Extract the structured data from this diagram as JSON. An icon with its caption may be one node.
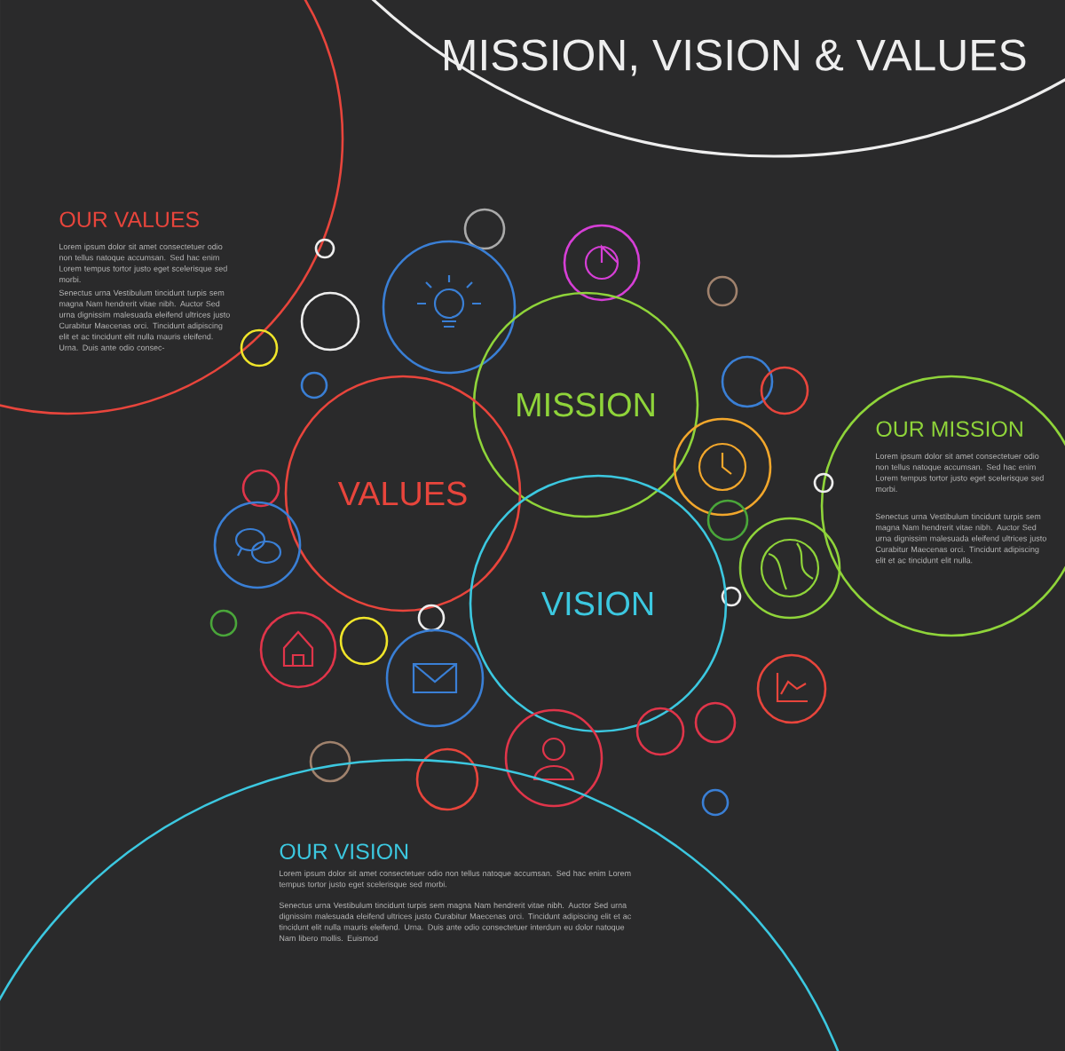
{
  "diagram": {
    "title": "MISSION, VISION & VALUES",
    "nodes": [
      {
        "text": [
          "OUR VALUES",
          "Lorem ipsum dolor sit amet consectetuer odio non tellus natoque accumsan. Sed hac enim Lorem tempus tortor justo eget scelerisque sed morbi.",
          "Senectus urna Vestibulum tincidunt turpis sem magna Nam hendrerit vitae nibh. Auctor Sed urna dignissim malesuada eleifend ultrices justo Curabitur Maecenas orci. Tincidunt adipiscing elit et ac tincidunt elit nulla mauris eleifend. Urna. Duis ante odio consec-"
        ]
      },
      {
        "text": [],
        "shape": "circle"
      },
      {
        "text": [],
        "shape": "circle"
      },
      {
        "text": [],
        "shape": "picture"
      },
      {
        "text": [],
        "shape": "circle"
      },
      {
        "text": [],
        "shape": "picture"
      },
      {
        "text": [],
        "shape": "circle"
      },
      {
        "text": [],
        "shape": "circle"
      },
      {
        "text": [],
        "shape": "circle"
      },
      {
        "text": [],
        "shape": "circle"
      },
      {
        "text": [],
        "shape": "circle"
      },
      {
        "text": [
          "MISSION"
        ]
      },
      {
        "text": [
          "OUR MISSION",
          "Lorem ipsum dolor sit amet consectetuer odio non tellus natoque accumsan. Sed hac enim Lorem tempus tortor justo eget scelerisque sed morbi.",
          "Senectus urna Vestibulum tincidunt turpis sem magna Nam hendrerit vitae nibh. Auctor Sed urna dignissim malesuada eleifend ultrices justo Curabitur Maecenas orci. Tincidunt adipiscing elit et ac tincidunt elit nulla."
        ]
      },
      {
        "text": [],
        "shape": "picture"
      },
      {
        "text": [],
        "shape": "circle"
      },
      {
        "text": [],
        "shape": "circle"
      },
      {
        "text": [
          "VALUES"
        ]
      },
      {
        "text": [],
        "shape": "circle"
      },
      {
        "text": [],
        "shape": "picture"
      },
      {
        "text": [],
        "shape": "picture"
      },
      {
        "text": [],
        "shape": "circle"
      },
      {
        "text": [
          "VISION"
        ]
      },
      {
        "text": [],
        "shape": "circle"
      },
      {
        "text": [],
        "shape": "circle"
      },
      {
        "text": [],
        "shape": "circle"
      },
      {
        "text": [],
        "shape": "picture"
      },
      {
        "text": [],
        "shape": "picture"
      },
      {
        "text": [],
        "shape": "picture"
      },
      {
        "text": [],
        "shape": "circle"
      },
      {
        "text": [],
        "shape": "circle"
      },
      {
        "text": [],
        "shape": "picture"
      },
      {
        "text": [],
        "shape": "circle"
      },
      {
        "text": [],
        "shape": "circle"
      },
      {
        "text": [],
        "shape": "circle"
      },
      {
        "text": [
          "OUR VISION",
          "Lorem ipsum dolor sit amet consectetuer odio non tellus natoque accumsan. Sed hac enim Lorem tempus tortor justo eget scelerisque sed morbi.",
          "Senectus urna Vestibulum tincidunt turpis sem magna Nam hendrerit vitae nibh. Auctor Sed urna dignissim malesuada eleifend ultrices justo Curabitur Maecenas orci. Tincidunt adipiscing elit et ac tincidunt elit nulla mauris eleifend. Urna. Duis ante odio consectetuer interdum eu dolor natoque Nam libero mollis. Euismod"
        ]
      }
    ]
  }
}
